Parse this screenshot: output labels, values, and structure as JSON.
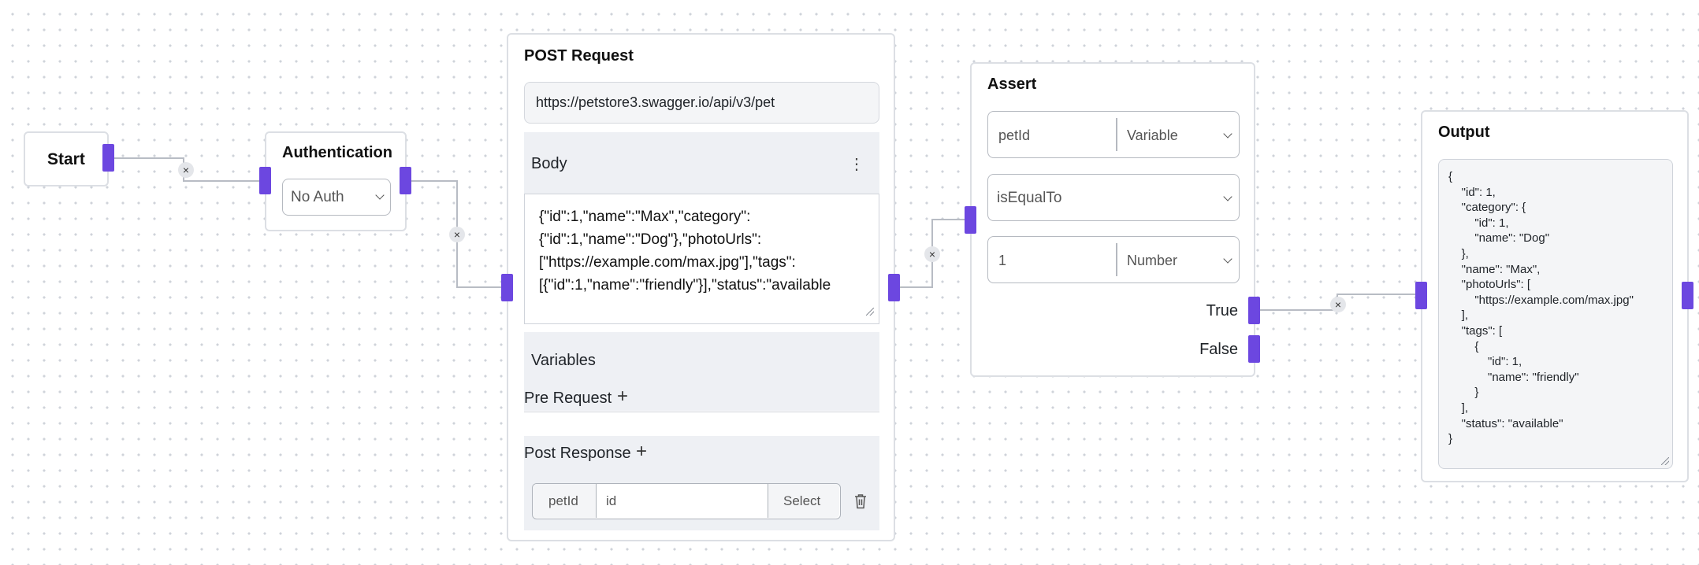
{
  "start": {
    "title": "Start"
  },
  "auth": {
    "title": "Authentication",
    "selected": "No Auth"
  },
  "post": {
    "title": "POST Request",
    "url": "https://petstore3.swagger.io/api/v3/pet",
    "body_label": "Body",
    "body_lines": [
      "{\"id\":1,\"name\":\"Max\",\"category\":",
      "{\"id\":1,\"name\":\"Dog\"},\"photoUrls\":",
      "[\"https://example.com/max.jpg\"],\"tags\":",
      "[{\"id\":1,\"name\":\"friendly\"}],\"status\":\"available",
      "\"}"
    ],
    "variables_label": "Variables",
    "pre_request_label": "Pre Request",
    "post_response_label": "Post Response",
    "var_row": {
      "name": "petId",
      "path": "id",
      "select_label": "Select"
    }
  },
  "assert": {
    "title": "Assert",
    "left_value": "petId",
    "left_type": "Variable",
    "operator": "isEqualTo",
    "right_value": "1",
    "right_type": "Number",
    "true_label": "True",
    "false_label": "False"
  },
  "output": {
    "title": "Output",
    "json_text": "{\n    \"id\": 1,\n    \"category\": {\n        \"id\": 1,\n        \"name\": \"Dog\"\n    },\n    \"name\": \"Max\",\n    \"photoUrls\": [\n        \"https://example.com/max.jpg\"\n    ],\n    \"tags\": [\n        {\n            \"id\": 1,\n            \"name\": \"friendly\"\n        }\n    ],\n    \"status\": \"available\"\n}"
  },
  "edges": {
    "remove_glyph": "×"
  },
  "icons": {
    "kebab": "⋮",
    "plus": "+"
  },
  "colors": {
    "handle": "#6c47e0",
    "edge": "#b8bcc4"
  }
}
